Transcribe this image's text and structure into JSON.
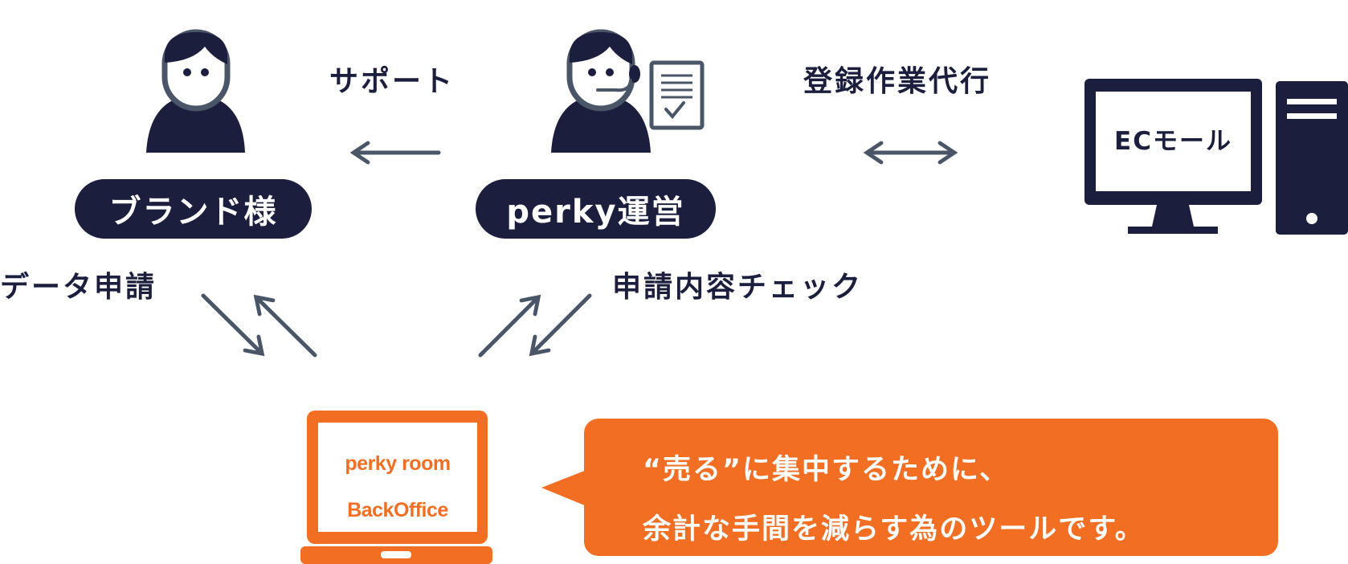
{
  "colors": {
    "navy": "#1b1e3d",
    "stroke": "#4a5568",
    "orange": "#f26e22"
  },
  "actors": {
    "brand": {
      "label": "ブランド様",
      "icon": "person-icon"
    },
    "operator": {
      "label": "perky運営",
      "icon": "support-agent-icon"
    },
    "ec_mall": {
      "label": "ECモール",
      "icon": "desktop-computer-icon"
    }
  },
  "flows": {
    "support": "サポート",
    "registration": "登録作業代行",
    "data_request": "データ申請",
    "check": "申請内容チェック"
  },
  "tool": {
    "line1": "perky room",
    "line2": "BackOffice",
    "icon": "laptop-icon"
  },
  "message": {
    "line1": "“売る”に集中するために、",
    "line2": "余計な手間を減らす為のツールです。"
  }
}
